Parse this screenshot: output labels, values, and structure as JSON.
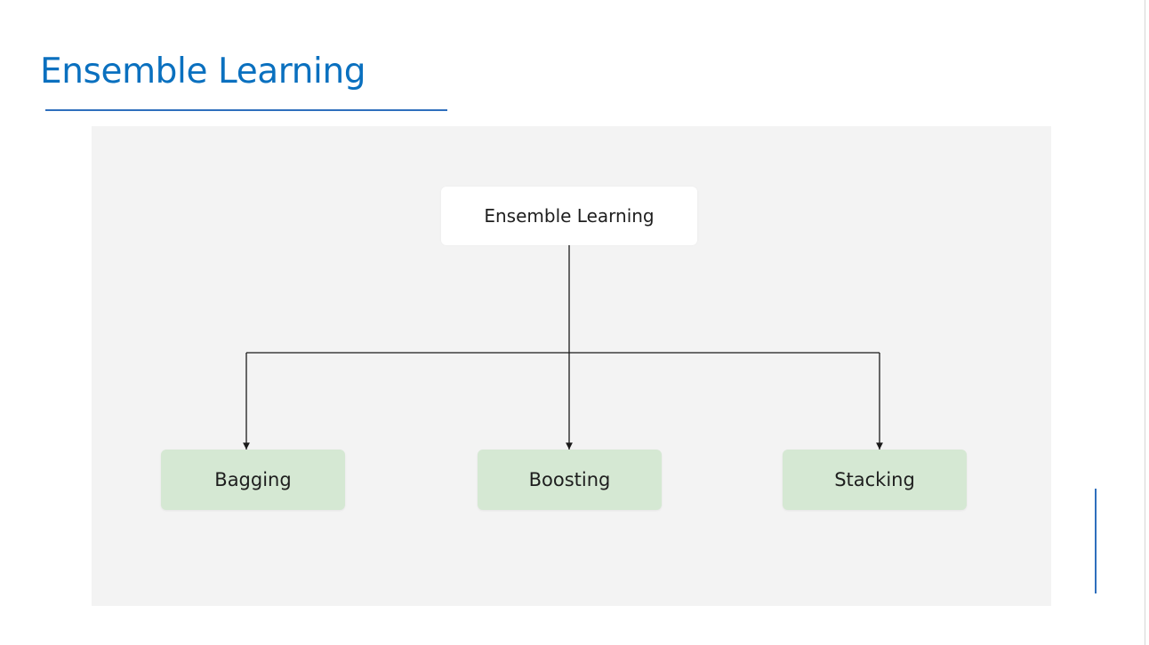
{
  "slide": {
    "title": "Ensemble Learning"
  },
  "diagram": {
    "root": {
      "label": "Ensemble Learning"
    },
    "children": [
      {
        "label": "Bagging"
      },
      {
        "label": "Boosting"
      },
      {
        "label": "Stacking"
      }
    ]
  },
  "colors": {
    "title": "#0a70bf",
    "accent_rule": "#2f6fbd",
    "panel_background": "#f3f3f3",
    "root_fill": "#ffffff",
    "child_fill": "#d5e8d3",
    "connector": "#1a1a1a"
  }
}
